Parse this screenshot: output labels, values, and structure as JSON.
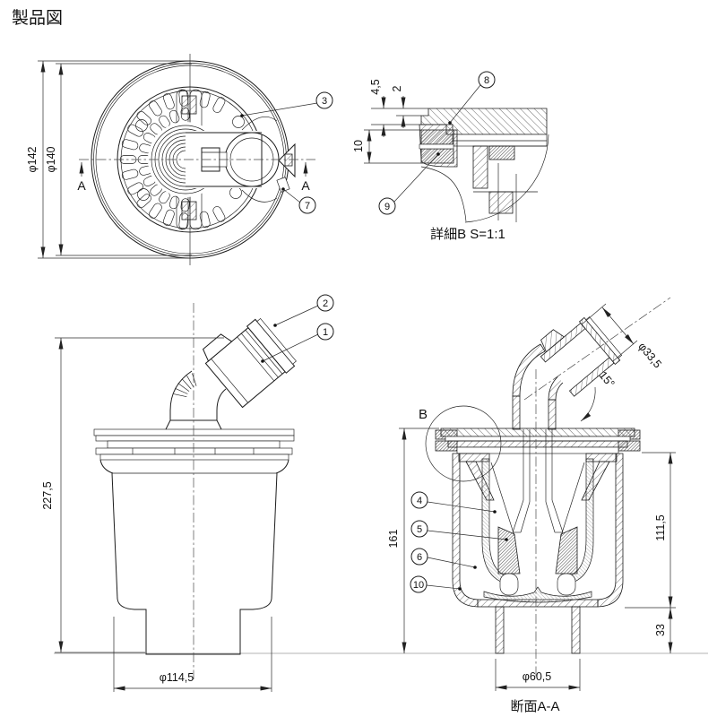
{
  "title": "製品図",
  "top": {
    "dia_outer": "φ142",
    "dia_inner": "φ140",
    "section_mark": "A",
    "callout_grate": "3",
    "callout_clip": "7"
  },
  "det": {
    "label": "詳細B S=1:1",
    "dim_lip": "4,5",
    "dim_step": "2",
    "dim_gasket": "10",
    "callout_lid": "8",
    "callout_packing": "9"
  },
  "fr": {
    "dim_height": "227,5",
    "dim_width": "φ114,5",
    "callout_hose": "1",
    "callout_cap": "2"
  },
  "sec": {
    "label": "断面A-A",
    "detail_mark": "B",
    "dim_pipe": "φ33,5",
    "dim_angle": "15°",
    "dim_total": "161",
    "dim_body": "111,5",
    "dim_outlet": "33",
    "dim_outlet_dia": "φ60,5",
    "callout_standpipe": "4",
    "callout_cone": "5",
    "callout_cup": "6",
    "callout_body": "10"
  }
}
